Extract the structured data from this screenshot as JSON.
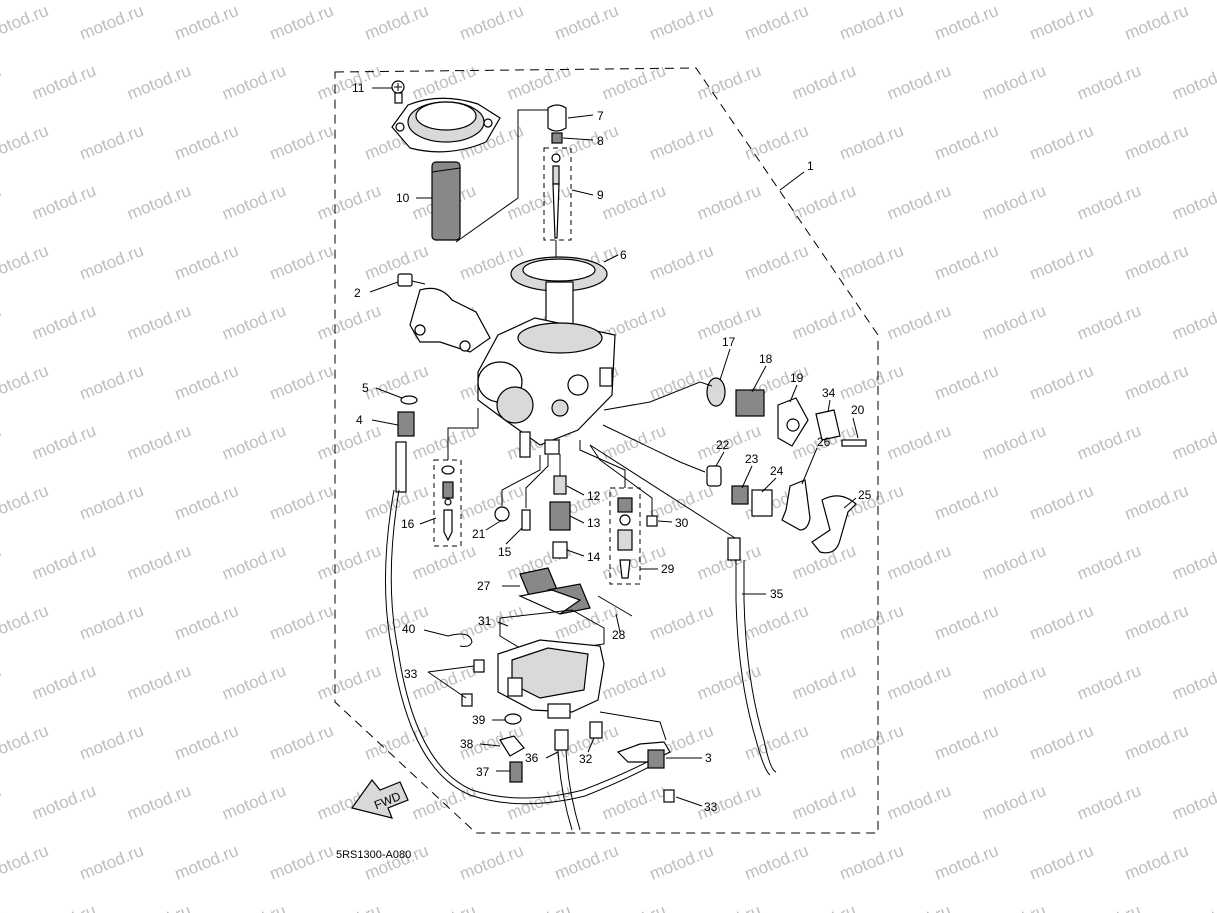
{
  "watermark": "motod.ru",
  "diagram_code": "5RS1300-A080",
  "fwd_label": "FWD",
  "callouts": [
    "1",
    "2",
    "3",
    "4",
    "5",
    "6",
    "7",
    "8",
    "9",
    "10",
    "11",
    "12",
    "13",
    "14",
    "15",
    "16",
    "17",
    "18",
    "19",
    "20",
    "21",
    "22",
    "23",
    "24",
    "25",
    "26",
    "27",
    "28",
    "29",
    "30",
    "31",
    "32",
    "33",
    "33",
    "34",
    "35",
    "36",
    "37",
    "38",
    "39",
    "40"
  ]
}
